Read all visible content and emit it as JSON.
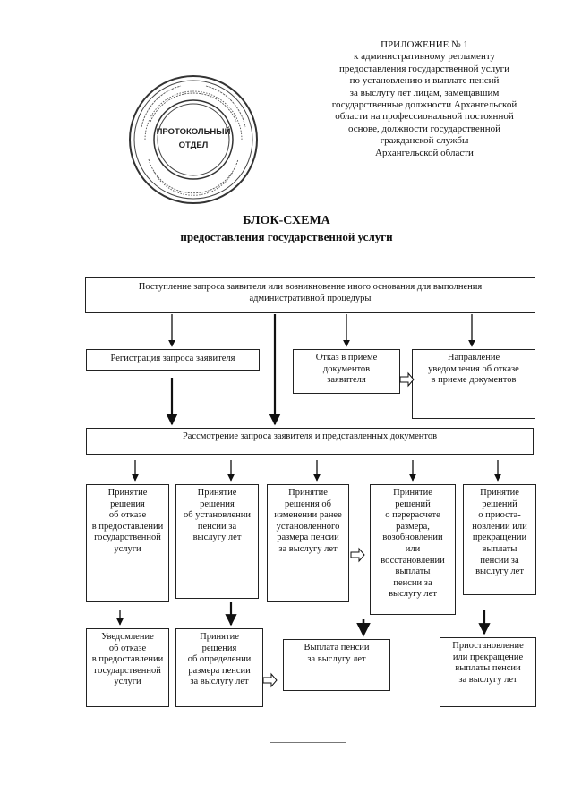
{
  "annex": {
    "lines": [
      "ПРИЛОЖЕНИЕ № 1",
      "к административному регламенту",
      "предоставления государственной услуги",
      "по установлению и выплате пенсий",
      "за выслугу лет лицам, замещавшим",
      "государственные должности Архангельской",
      "области на профессиональной постоянной",
      "основе, должности государственной",
      "гражданской службы",
      "Архангельской области"
    ]
  },
  "stamp": {
    "center_line1": "ПРОТОКОЛЬНЫЙ",
    "center_line2": "ОТДЕЛ"
  },
  "title": {
    "line1": "БЛОК-СХЕМА",
    "line2": "предоставления государственной услуги"
  },
  "boxes": {
    "start": [
      "Поступление запроса заявителя или возникновение иного основания для выполнения",
      "административной процедуры"
    ],
    "registration": [
      "Регистрация запроса заявителя"
    ],
    "refusal_accept": [
      "Отказ в приеме",
      "документов",
      "заявителя"
    ],
    "refusal_notice": [
      "Направление",
      "уведомления об отказе",
      "в приеме документов"
    ],
    "review": [
      "Рассмотрение запроса заявителя и представленных документов"
    ],
    "decision_refuse": [
      "Принятие",
      "решения",
      "об отказе",
      "в предоставлении",
      "государственной",
      "услуги"
    ],
    "decision_establish": [
      "Принятие",
      "решения",
      "об установлении",
      "пенсии за",
      "выслугу лет"
    ],
    "decision_change": [
      "Принятие",
      "решения об",
      "изменении ранее",
      "установленного",
      "размера пенсии",
      "за выслугу лет"
    ],
    "decision_recalc": [
      "Принятие",
      "решений",
      "о перерасчете",
      "размера,",
      "возобновлении",
      "или",
      "восстановлении",
      "выплаты",
      "пенсии за",
      "выслугу лет"
    ],
    "decision_suspend": [
      "Принятие",
      "решений",
      "о приоста-",
      "новлении или",
      "прекращении",
      "выплаты",
      "пенсии за",
      "выслугу лет"
    ],
    "notice_refuse": [
      "Уведомление",
      "об отказе",
      "в предоставлении",
      "государственной",
      "услуги"
    ],
    "decision_amount": [
      "Принятие",
      "решения",
      "об определении",
      "размера пенсии",
      "за выслугу лет"
    ],
    "payment": [
      "Выплата пенсии",
      "за выслугу лет"
    ],
    "suspend_payment": [
      "Приостановление",
      "или прекращение",
      "выплаты пенсии",
      "за выслугу лет"
    ]
  }
}
